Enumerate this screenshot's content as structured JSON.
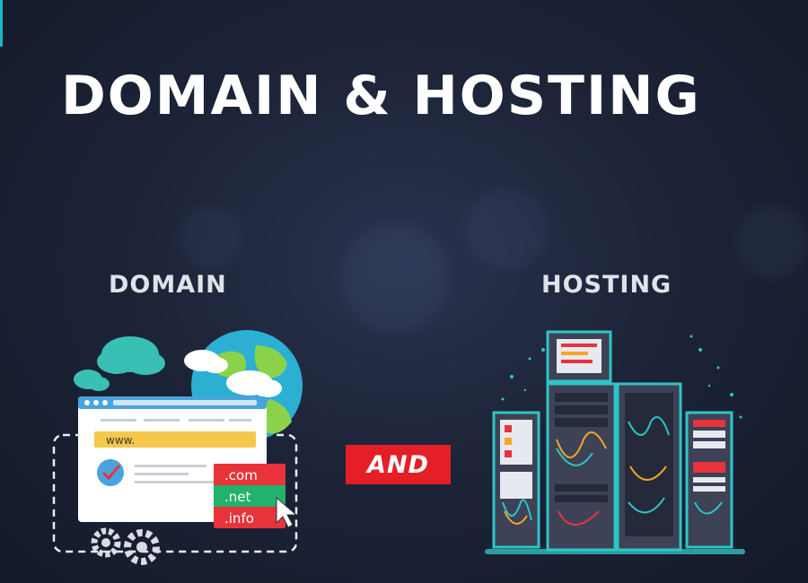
{
  "title": "DOMAIN & HOSTING",
  "labels": {
    "domain": "DOMAIN",
    "hosting": "HOSTING",
    "and": "AND"
  },
  "domain_illustration": {
    "url_text": "www.",
    "extensions": [
      ".com",
      ".net",
      ".info"
    ]
  },
  "colors": {
    "background": "#1d2438",
    "accent_teal": "#2ec4c8",
    "badge_red": "#e41f25",
    "url_bar_yellow": "#f5c84b",
    "extension_red": "#e8333b"
  },
  "icons": [
    "cloud-icon",
    "globe-icon",
    "browser-window-icon",
    "checkmark-icon",
    "cursor-icon",
    "gear-icon",
    "server-rack-icon"
  ]
}
